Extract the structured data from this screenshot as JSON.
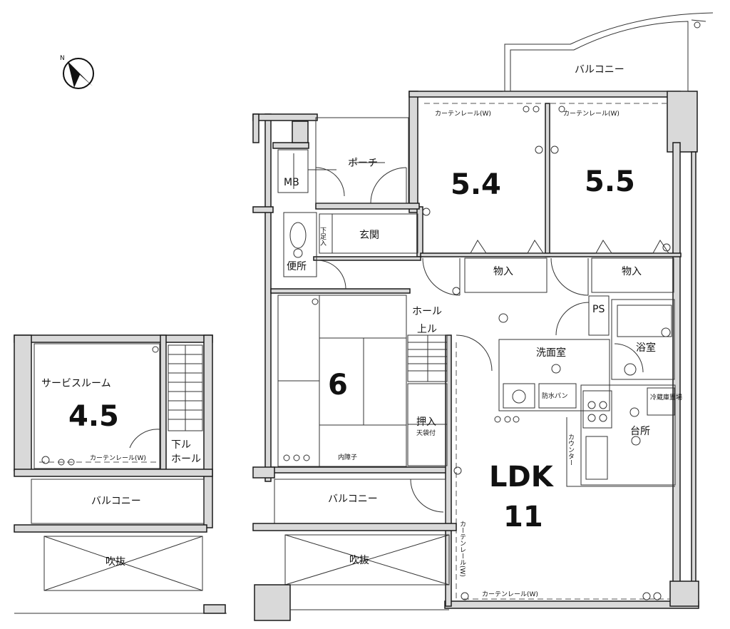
{
  "compass": {
    "north_label": "N",
    "icon": "north-arrow-icon"
  },
  "rooms": {
    "balcony_top": "バルコニー",
    "room_54_size": "5.4",
    "room_55_size": "5.5",
    "curtain_rail_w": "カーテンレール(W)",
    "porch": "ポーチ",
    "entrance": "玄関",
    "mb": "MB",
    "shoes": "下足入",
    "toilet": "便所",
    "storage": "物入",
    "hall": "ホール",
    "up": "上ル",
    "ps": "PS",
    "bath": "浴室",
    "washroom": "洗面室",
    "waterproof_pan": "防水パン",
    "japanese_room_size": "6",
    "closet": "押入",
    "closet_note": "天袋付",
    "inner_shoji": "内障子",
    "kitchen": "台所",
    "fridge": "冷蔵庫置場",
    "counter": "カウンター",
    "ldk": "LDK",
    "ldk_size": "11",
    "balcony_mid": "バルコニー",
    "void": "吹抜",
    "service_room": "サービスルーム",
    "service_room_size": "4.5",
    "down": "下ル",
    "hall_lower": "ホール",
    "balcony_left": "バルコニー",
    "void_left": "吹抜",
    "curtain_rail_ldk_v": "カーテンレール(W)",
    "curtain_rail_ldk_h": "カーテンレール(W)",
    "curtain_rail_service": "カーテンレール(W)"
  }
}
